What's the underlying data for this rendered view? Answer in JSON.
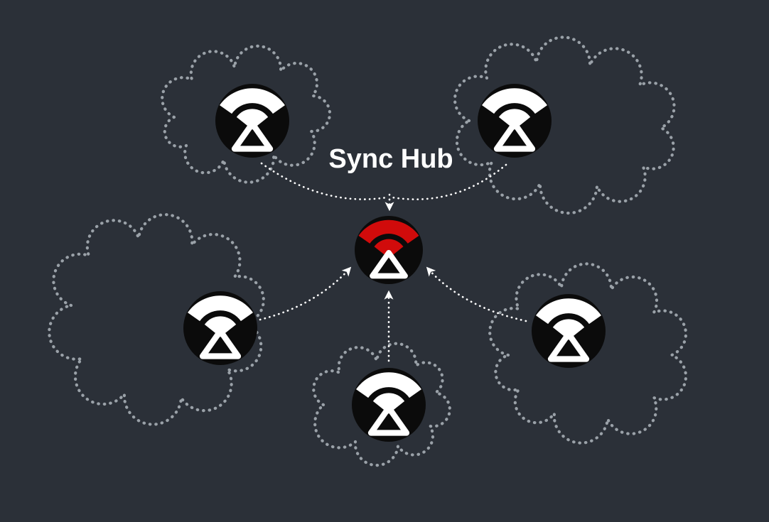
{
  "title": "Sync Hub",
  "colors": {
    "background": "#2b3038",
    "cloud_outline": "#9aa1a8",
    "arrow": "#ffffff",
    "title_text": "#ffffff",
    "icon_foreground": "#ffffff",
    "icon_background": "#0b0b0b",
    "hub_accent": "#d10b0b"
  },
  "hub": {
    "label": "Sync Hub",
    "icon": "sync-hub-icon"
  },
  "nodes": [
    {
      "id": "top-left",
      "icon": "sync-node-icon"
    },
    {
      "id": "top-right",
      "icon": "sync-node-icon"
    },
    {
      "id": "middle-left",
      "icon": "sync-node-icon"
    },
    {
      "id": "bottom-center",
      "icon": "sync-node-icon"
    },
    {
      "id": "middle-right",
      "icon": "sync-node-icon"
    }
  ],
  "connections": [
    {
      "from": "top-left",
      "to": "hub"
    },
    {
      "from": "top-right",
      "to": "hub"
    },
    {
      "from": "middle-left",
      "to": "hub"
    },
    {
      "from": "bottom-center",
      "to": "hub"
    },
    {
      "from": "middle-right",
      "to": "hub"
    }
  ]
}
